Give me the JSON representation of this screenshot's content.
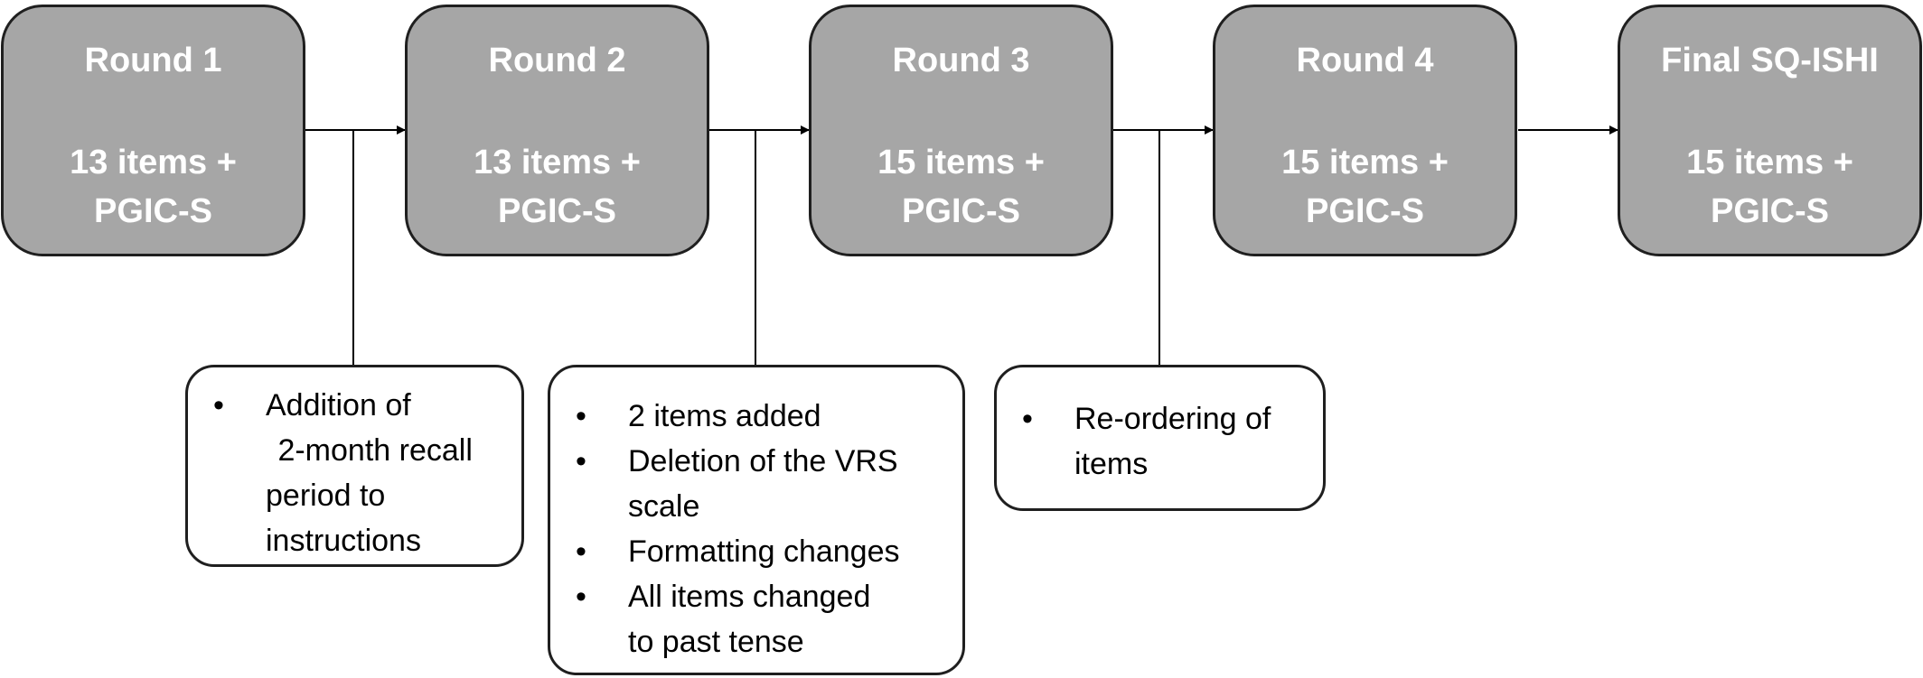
{
  "stages": [
    {
      "title": "Round 1",
      "line1": "13 items +",
      "line2": "PGIC-S"
    },
    {
      "title": "Round 2",
      "line1": "13 items +",
      "line2": "PGIC-S"
    },
    {
      "title": "Round 3",
      "line1": "15 items +",
      "line2": "PGIC-S"
    },
    {
      "title": "Round 4",
      "line1": "15 items +",
      "line2": "PGIC-S"
    },
    {
      "title": "Final SQ-ISHI",
      "line1": "15 items +",
      "line2": "PGIC-S"
    }
  ],
  "changes": [
    {
      "bullets": [
        [
          "Addition of",
          " 2-month recall",
          "period to",
          "instructions"
        ]
      ]
    },
    {
      "bullets": [
        [
          "2 items added"
        ],
        [
          "Deletion of the VRS",
          "scale"
        ],
        [
          "Formatting changes"
        ],
        [
          "All items changed",
          "to past tense"
        ]
      ]
    },
    {
      "bullets": [
        [
          "Re-ordering of",
          "items"
        ]
      ]
    }
  ],
  "colors": {
    "stage_fill": "#a6a6a6",
    "stage_border": "#1f1f1f",
    "stage_text": "#ffffff",
    "connector": "#000000"
  }
}
